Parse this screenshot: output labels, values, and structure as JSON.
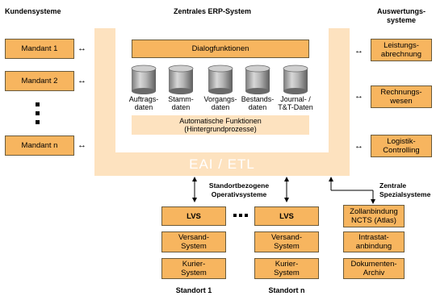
{
  "headers": {
    "left": "Kundensysteme",
    "center": "Zentrales ERP-System",
    "right": "Auswertungs-\nsysteme"
  },
  "clients": [
    "Mandant 1",
    "Mandant 2",
    "Mandant n"
  ],
  "erp": {
    "dialog": "Dialogfunktionen",
    "databases": [
      "Auftrags-\ndaten",
      "Stamm-\ndaten",
      "Vorgangs-\ndaten",
      "Bestands-\ndaten",
      "Journal- /\nT&T-Daten"
    ],
    "automation": "Automatische Funktionen\n(Hintergrundprozesse)",
    "eai": "EAI / ETL"
  },
  "analysis": [
    "Leistungs-\nabrechnung",
    "Rechnungs-\nwesen",
    "Logistik-\nControlling"
  ],
  "site_header": "Standortbezogene\nOperativsysteme",
  "sites": [
    {
      "boxes": [
        "LVS",
        "Versand-\nSystem",
        "Kurier-\nSystem"
      ],
      "label": "Standort 1"
    },
    {
      "boxes": [
        "LVS",
        "Versand-\nSystem",
        "Kurier-\nSystem"
      ],
      "label": "Standort n"
    }
  ],
  "special_header": "Zentrale\nSpezialsysteme",
  "special": [
    "Zollanbindung\nNCTS (Atlas)",
    "Intrastat-\nanbindung",
    "Dokumenten-\nArchiv"
  ],
  "colors": {
    "box": "#f7b55f",
    "frame": "#fde2bf",
    "line": "#000000"
  }
}
